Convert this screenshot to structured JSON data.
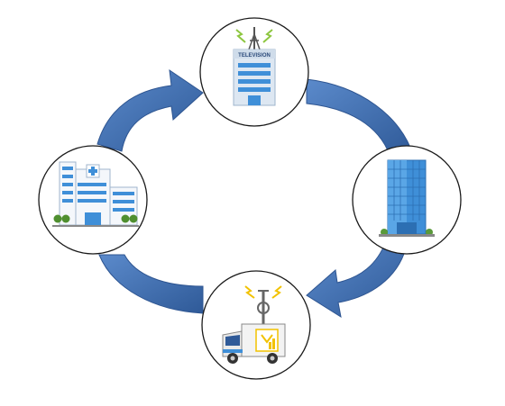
{
  "diagram": {
    "nodes": [
      {
        "id": "tv-station",
        "icon": "tv-station-icon",
        "label": "TELEVISION"
      },
      {
        "id": "office",
        "icon": "office-building-icon"
      },
      {
        "id": "broadcast-van",
        "icon": "broadcast-van-icon"
      },
      {
        "id": "hospital",
        "icon": "hospital-icon"
      }
    ],
    "flow": "clockwise",
    "colors": {
      "arrow_fill": "#4a78b8",
      "arrow_shadow": "#2e5591",
      "circle_stroke": "#1a1a1a",
      "building_blue": "#3f8fd8",
      "signal_yellow": "#f2c200",
      "signal_green": "#8dc63f"
    }
  }
}
